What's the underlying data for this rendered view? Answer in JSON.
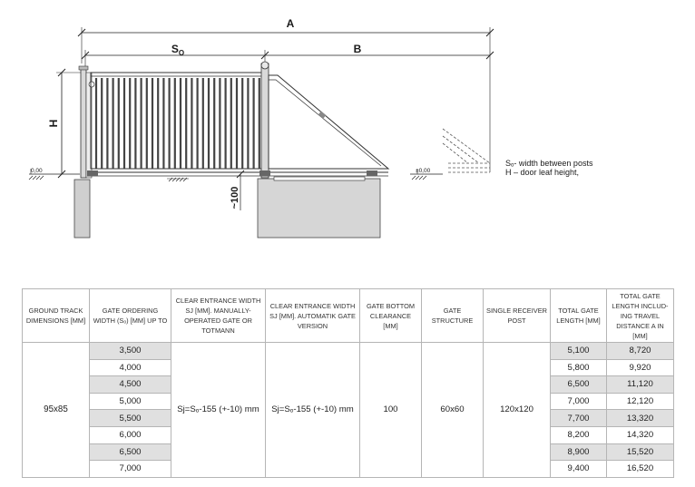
{
  "drawing": {
    "label_a": "A",
    "label_b": "B",
    "label_so": "S",
    "label_so_sub": "O",
    "label_h": "H",
    "label_100": "~100",
    "level_left": "0,00",
    "level_right": "±0,00",
    "legend_line1": "Sₒ- width between posts",
    "legend_line2": "H – door leaf height,"
  },
  "table": {
    "headers": [
      "GROUND TRACK DIMENSIONS [mm]",
      "GATE ORDERING WIDTH (Sₒ) [mm] up to",
      "CLEAR ENTRANCE WIDTH Sj [mm]. MANUALLY-OPERATED GATE OR TOTMANN",
      "CLEAR ENTRANCE WIDTH Sj [mm]. AUTOMATIK GATE VERSION",
      "GATE BOTTOM CLEARANCE [mm]",
      "GATE STRUCTURE",
      "SINGLE RECEIVER POST",
      "TOTAL GATE LENGTH [mm]",
      "TOTAL GATE LENGTH INCLUD-ING TRAVEL DISTANCE A IN [mm]"
    ],
    "ground_track": "95x85",
    "clear_manual": "Sj=Sₒ-155 (+-10) mm",
    "clear_auto": "Sj=Sₒ-155 (+-10) mm",
    "bottom_clearance": "100",
    "structure": "60x60",
    "receiver_post": "120x120",
    "rows": [
      {
        "width": "3,500",
        "total": "5,100",
        "travel": "8,720"
      },
      {
        "width": "4,000",
        "total": "5,800",
        "travel": "9,920"
      },
      {
        "width": "4,500",
        "total": "6,500",
        "travel": "11,120"
      },
      {
        "width": "5,000",
        "total": "7,000",
        "travel": "12,120"
      },
      {
        "width": "5,500",
        "total": "7,700",
        "travel": "13,320"
      },
      {
        "width": "6,000",
        "total": "8,200",
        "travel": "14,320"
      },
      {
        "width": "6,500",
        "total": "8,900",
        "travel": "15,520"
      },
      {
        "width": "7,000",
        "total": "9,400",
        "travel": "16,520"
      }
    ]
  }
}
